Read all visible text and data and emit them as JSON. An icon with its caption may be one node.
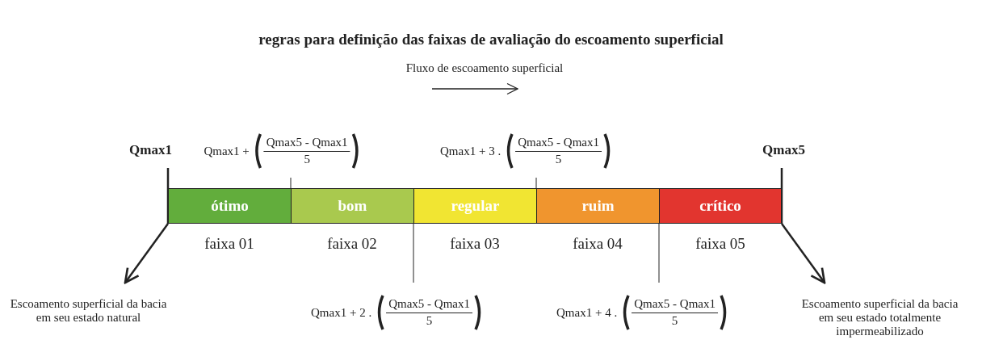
{
  "diagram": {
    "title": "regras para definição das faixas de avaliação do escoamento superficial",
    "nodes": [
      {
        "text": [
          "ótimo"
        ],
        "beside": [
          "faixa 01"
        ]
      },
      {
        "text": [
          "bom"
        ],
        "beside": [
          "faixa 02"
        ]
      },
      {
        "text": [
          "regular"
        ],
        "beside": [
          "faixa 03"
        ]
      },
      {
        "text": [
          "ruim"
        ],
        "beside": [
          "faixa 04"
        ]
      },
      {
        "text": [
          "crítico"
        ],
        "beside": [
          "faixa 05"
        ]
      },
      {
        "text": [
          "Escoamento superficial da bacia em seu estado natural"
        ]
      },
      {
        "text": [
          "Escoamento superficial da bacia em seu estado totalmente impermeabilizado"
        ]
      }
    ],
    "edges": [
      {
        "from": 0,
        "to": 5,
        "arrow": "to"
      },
      {
        "from": 4,
        "to": 6,
        "arrow": "to"
      }
    ],
    "labels": [
      "Fluxo de escoamento superficial",
      "Qmax1",
      "Qmax1 +",
      "Qmax5 - Qmax1",
      "5",
      "Qmax1 + 3 .",
      "Qmax5 - Qmax1",
      "5",
      "Qmax5",
      "Qmax1 + 2 .",
      "Qmax5 - Qmax1",
      "5",
      "Qmax1 + 4 .",
      "Qmax5 - Qmax1",
      "5"
    ]
  }
}
